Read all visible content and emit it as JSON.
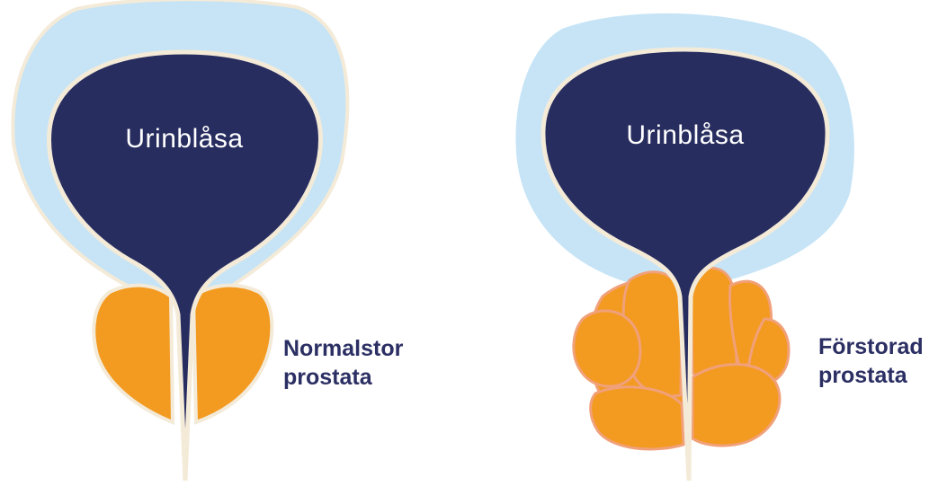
{
  "colors": {
    "bladder": "#272d5f",
    "bladder_wall": "#c6e4f6",
    "outline": "#f4ead8",
    "prostate": "#f39a20",
    "enlarged_prostate_outline": "#f1a17a",
    "label_text": "#2b2f63",
    "bladder_label_text": "#ffffff"
  },
  "normal": {
    "bladder_label": "Urinblåsa",
    "label_line1": "Normalstor",
    "label_line2": "prostata"
  },
  "enlarged": {
    "bladder_label": "Urinblåsa",
    "label_line1": "Förstorad",
    "label_line2": "prostata"
  }
}
